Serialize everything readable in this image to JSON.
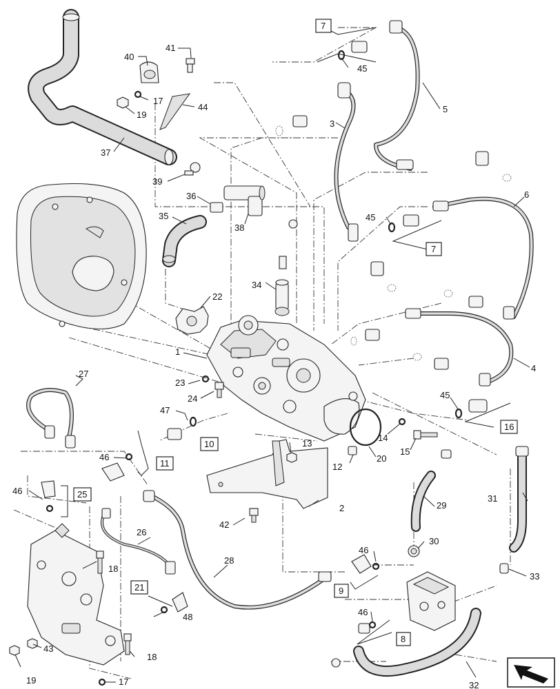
{
  "callouts": {
    "c1": "1",
    "c2": "2",
    "c3": "3",
    "c4": "4",
    "c5": "5",
    "c6": "6",
    "c7a": "7",
    "c7b": "7",
    "c8": "8",
    "c9": "9",
    "c10": "10",
    "c11": "11",
    "c12": "12",
    "c13": "13",
    "c14": "14",
    "c15": "15",
    "c16": "16",
    "c17a": "17",
    "c17b": "17",
    "c18a": "18",
    "c18b": "18",
    "c19a": "19",
    "c19b": "19",
    "c20": "20",
    "c21": "21",
    "c22": "22",
    "c23": "23",
    "c24": "24",
    "c25": "25",
    "c26": "26",
    "c27": "27",
    "c28": "28",
    "c29": "29",
    "c30": "30",
    "c31": "31",
    "c32": "32",
    "c33": "33",
    "c34": "34",
    "c35": "35",
    "c36": "36",
    "c37": "37",
    "c38": "38",
    "c39": "39",
    "c40": "40",
    "c41": "41",
    "c42": "42",
    "c43": "43",
    "c44": "44",
    "c45a": "45",
    "c45b": "45",
    "c45c": "45",
    "c46a": "46",
    "c46b": "46",
    "c46c": "46",
    "c46d": "46",
    "c47": "47",
    "c48": "48"
  },
  "icons": {
    "nav": "diagonal-arrow-navigation-icon"
  },
  "colors": {
    "ink": "#222222",
    "paper": "#ffffff"
  }
}
